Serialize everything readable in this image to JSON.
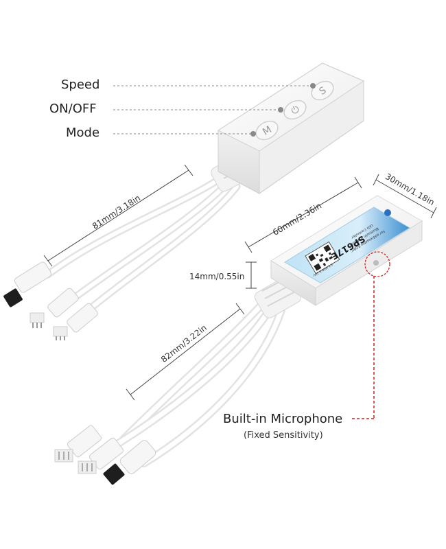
{
  "buttons": {
    "speed": "Speed",
    "on_off": "ON/OFF",
    "mode": "Mode",
    "speed_key": "S",
    "power_key": "⏻",
    "mode_key": "M"
  },
  "dimensions": {
    "cable_top": "81mm/3.18in",
    "box_length": "60mm/2.36in",
    "box_width": "30mm/1.18in",
    "box_height": "14mm/0.55in",
    "cable_bottom": "82mm/3.22in"
  },
  "label": {
    "model": "SP617E",
    "line1": "LED Controller",
    "line2": "Bluetooth & Music",
    "line3": "For addressable RGBIC",
    "line4": "4.1 IP20 5-24V"
  },
  "callout": {
    "title": "Built-in Microphone",
    "subtitle": "(Fixed Sensitivity)"
  },
  "colors": {
    "leader_gray": "#888888",
    "leader_red": "#cc2222",
    "device_white": "#f7f7f7"
  }
}
